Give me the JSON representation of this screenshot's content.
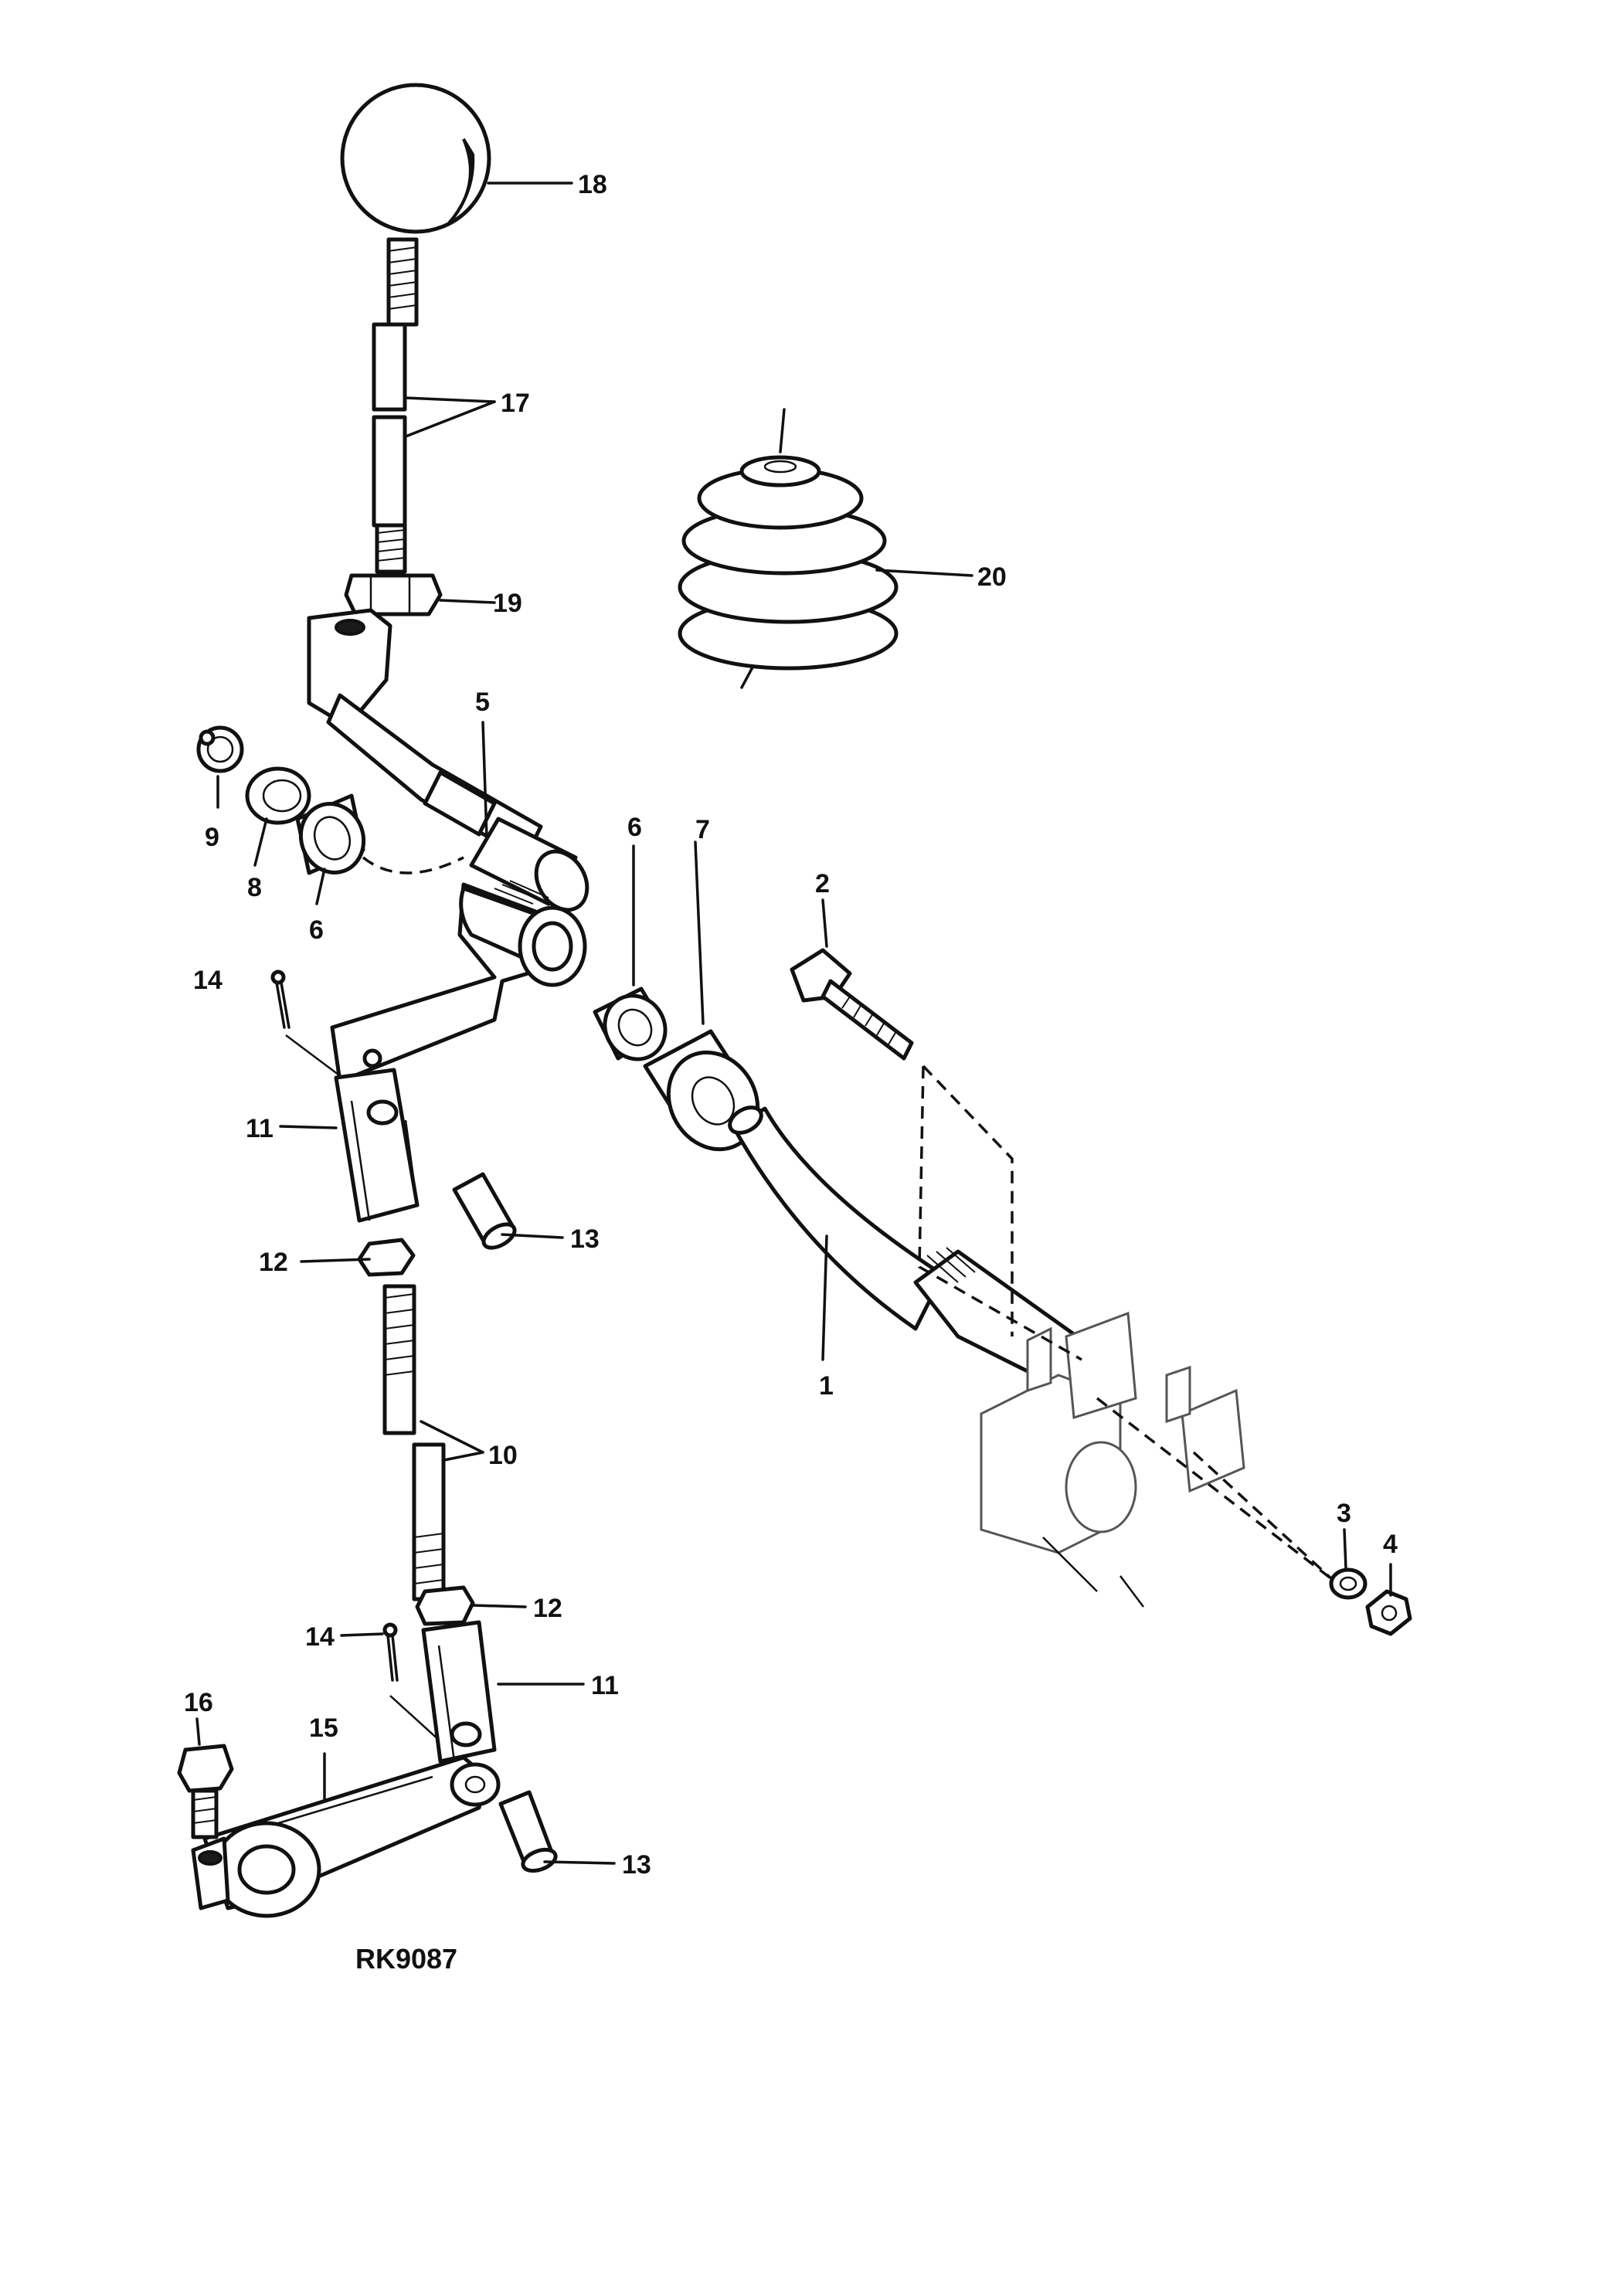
{
  "callouts": {
    "c1": "1",
    "c2": "2",
    "c3": "3",
    "c4": "4",
    "c5": "5",
    "c6a": "6",
    "c6b": "6",
    "c7": "7",
    "c8": "8",
    "c9": "9",
    "c10": "10",
    "c11a": "11",
    "c11b": "11",
    "c12a": "12",
    "c12b": "12",
    "c13a": "13",
    "c13b": "13",
    "c14a": "14",
    "c14b": "14",
    "c15": "15",
    "c16": "16",
    "c17": "17",
    "c18": "18",
    "c19": "19",
    "c20": "20"
  },
  "reference_code": "RK9087"
}
